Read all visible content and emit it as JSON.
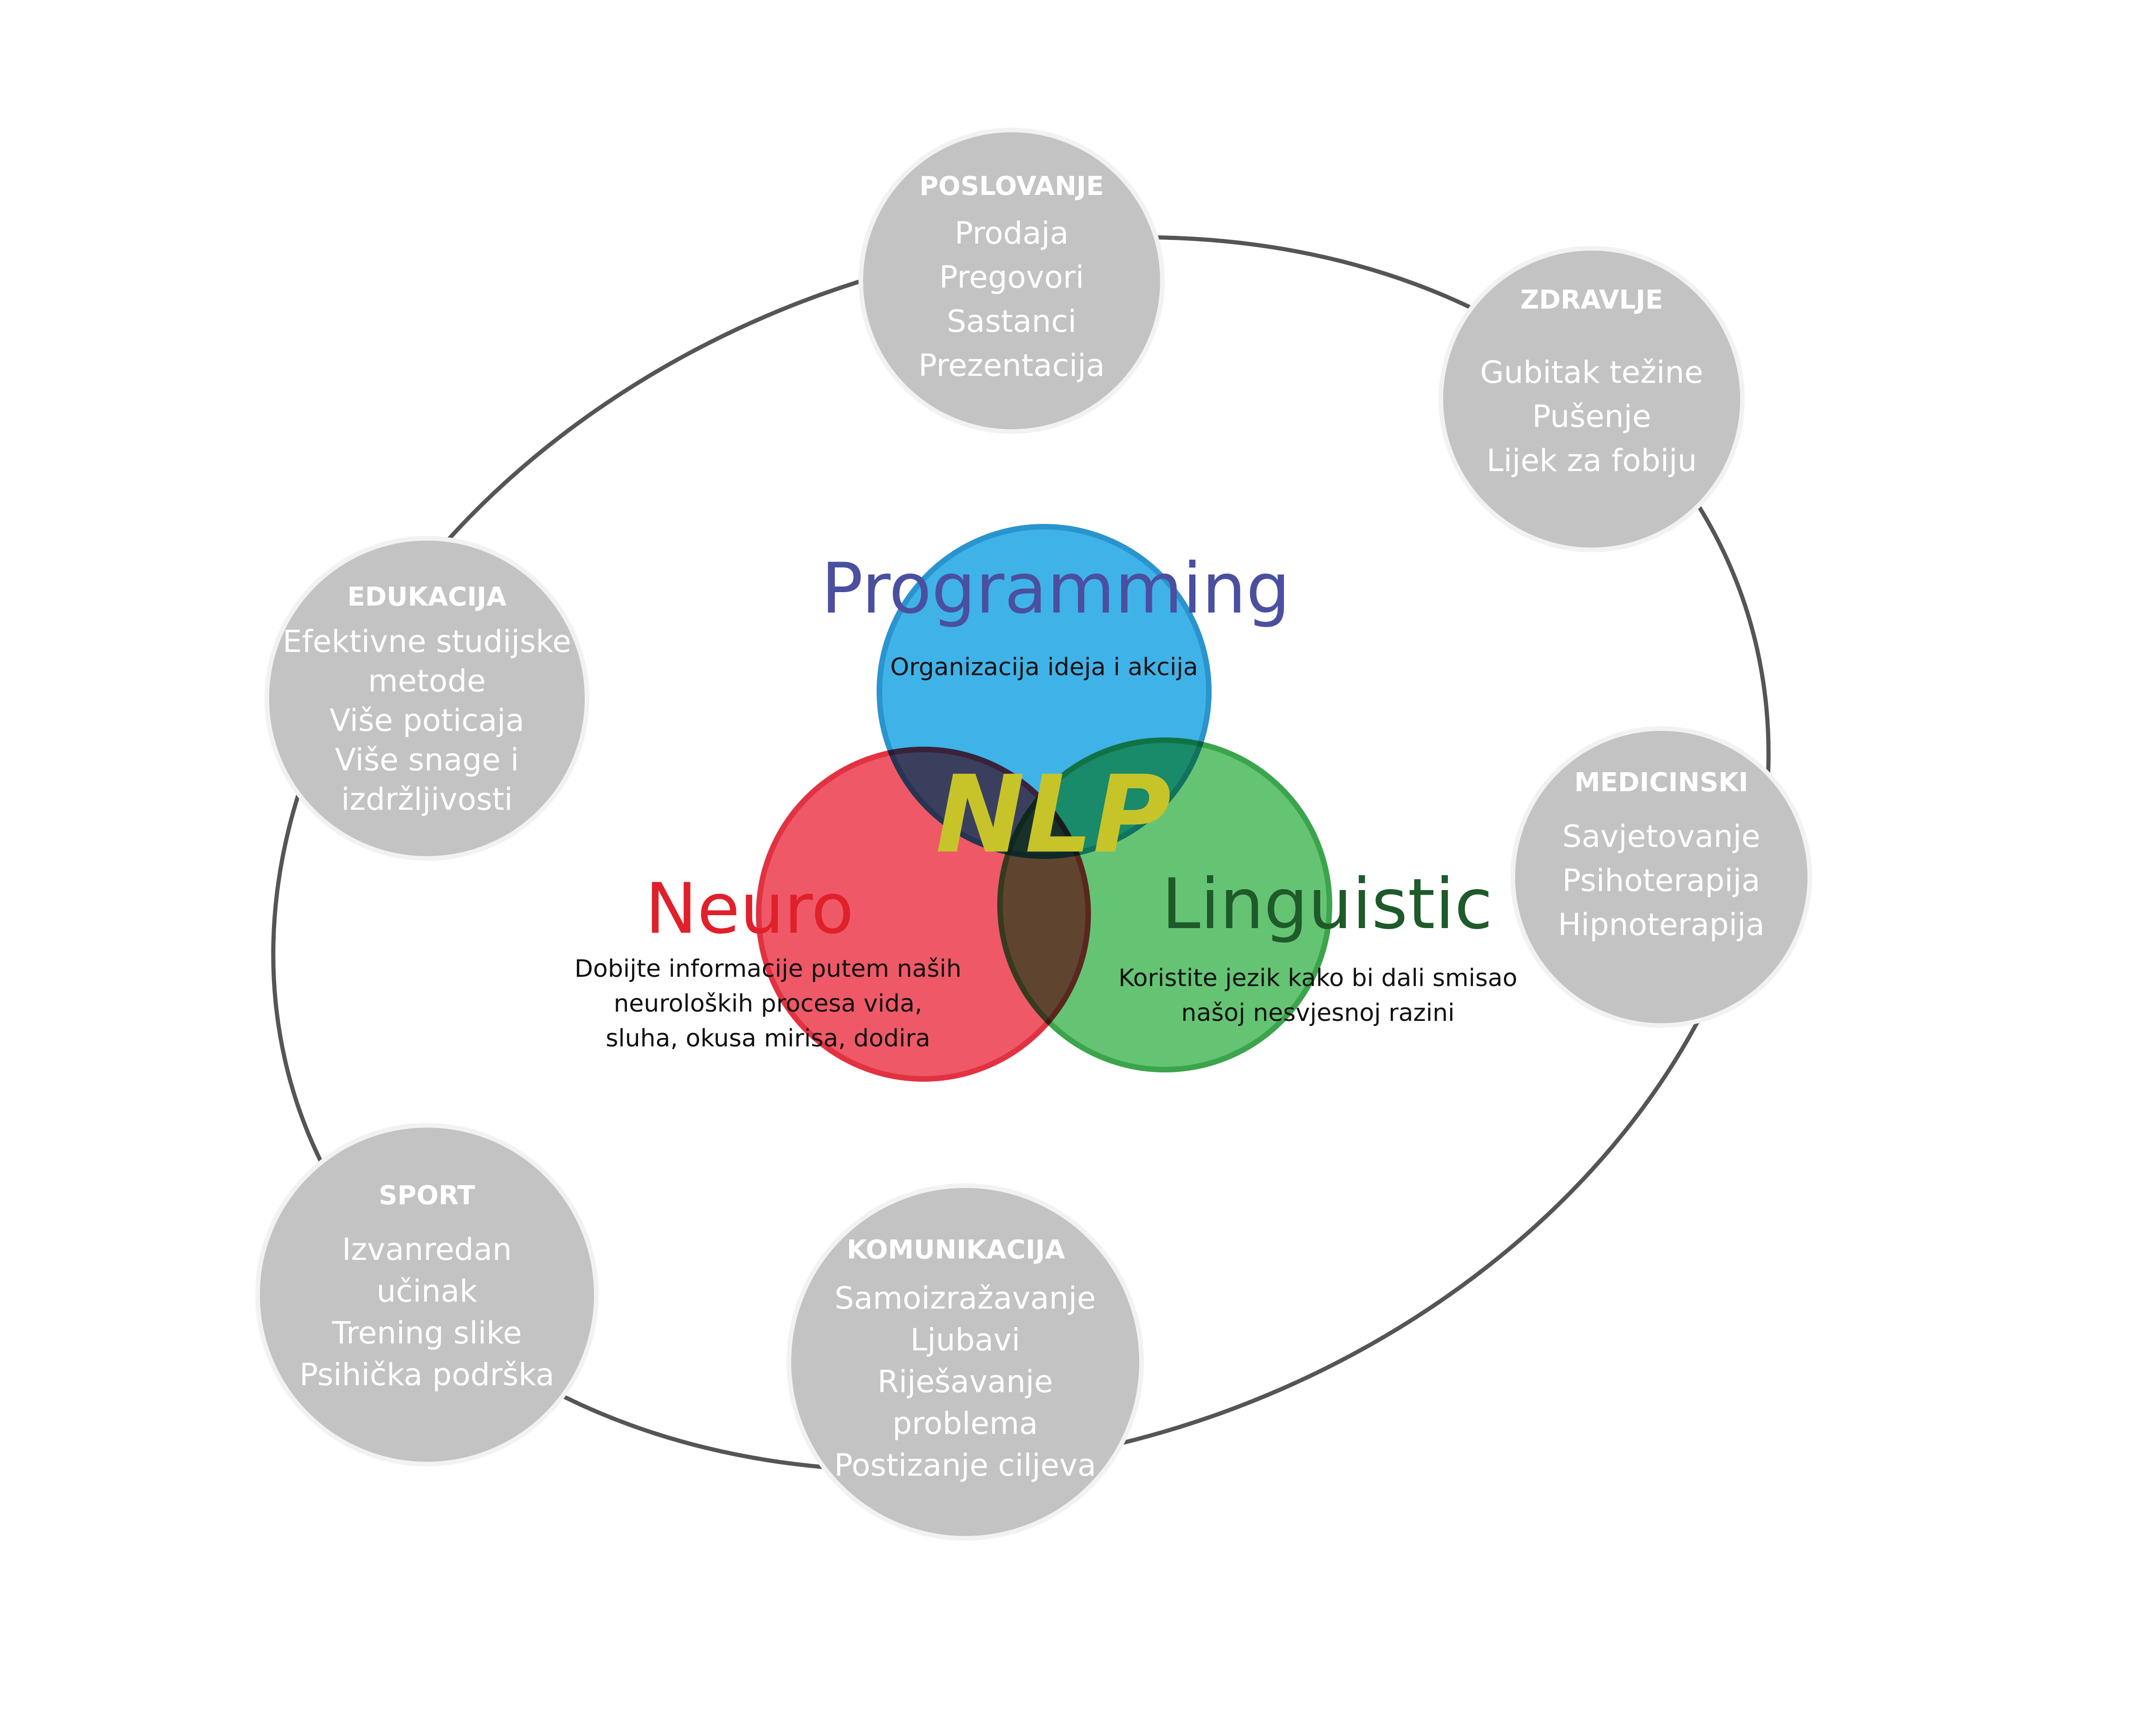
{
  "center": {
    "title": "NLP",
    "title_color": "#c7c42a",
    "programming": {
      "label": "Programming",
      "color": "#4a4fa0",
      "fill": "#3fb3e8",
      "stroke": "#2a94cf",
      "description": [
        "Organizacija ideja i akcija"
      ]
    },
    "neuro": {
      "label": "Neuro",
      "color": "#e0202a",
      "fill": "#ee4b5a",
      "stroke": "#e02030",
      "description": [
        "Dobijte informacije putem naših",
        "neuroloških procesa vida,",
        "sluha, okusa mirisa, dodira"
      ]
    },
    "linguistic": {
      "label": "Linguistic",
      "color": "#1f5a2a",
      "fill": "#58bf68",
      "stroke": "#2a9c3c",
      "description": [
        "Koristite jezik kako bi dali smisao",
        "našoj nesvjesnoj razini"
      ]
    }
  },
  "satellites": {
    "fill": "#c3c3c3",
    "ring": "#f2f2f2",
    "orbit_color": "#555555",
    "poslovanje": {
      "title": "POSLOVANJE",
      "items": [
        "Prodaja",
        "Pregovori",
        "Sastanci",
        "Prezentacija"
      ]
    },
    "zdravlje": {
      "title": "ZDRAVLJE",
      "items": [
        "Gubitak težine",
        "Pušenje",
        "Lijek za fobiju"
      ]
    },
    "medicinski": {
      "title": "MEDICINSKI",
      "items": [
        "Savjetovanje",
        "Psihoterapija",
        "Hipnoterapija"
      ]
    },
    "komunikacija": {
      "title": "KOMUNIKACIJA",
      "items": [
        "Samoizražavanje",
        "Ljubavi",
        "Riješavanje",
        "problema",
        "Postizanje ciljeva"
      ]
    },
    "sport": {
      "title": "SPORT",
      "items": [
        "Izvanredan",
        "učinak",
        "Trening slike",
        "Psihička podrška"
      ]
    },
    "edukacija": {
      "title": "EDUKACIJA",
      "items": [
        "Efektivne studijske",
        "metode",
        "Više poticaja",
        "Više snage i",
        "izdržljivosti"
      ]
    }
  }
}
